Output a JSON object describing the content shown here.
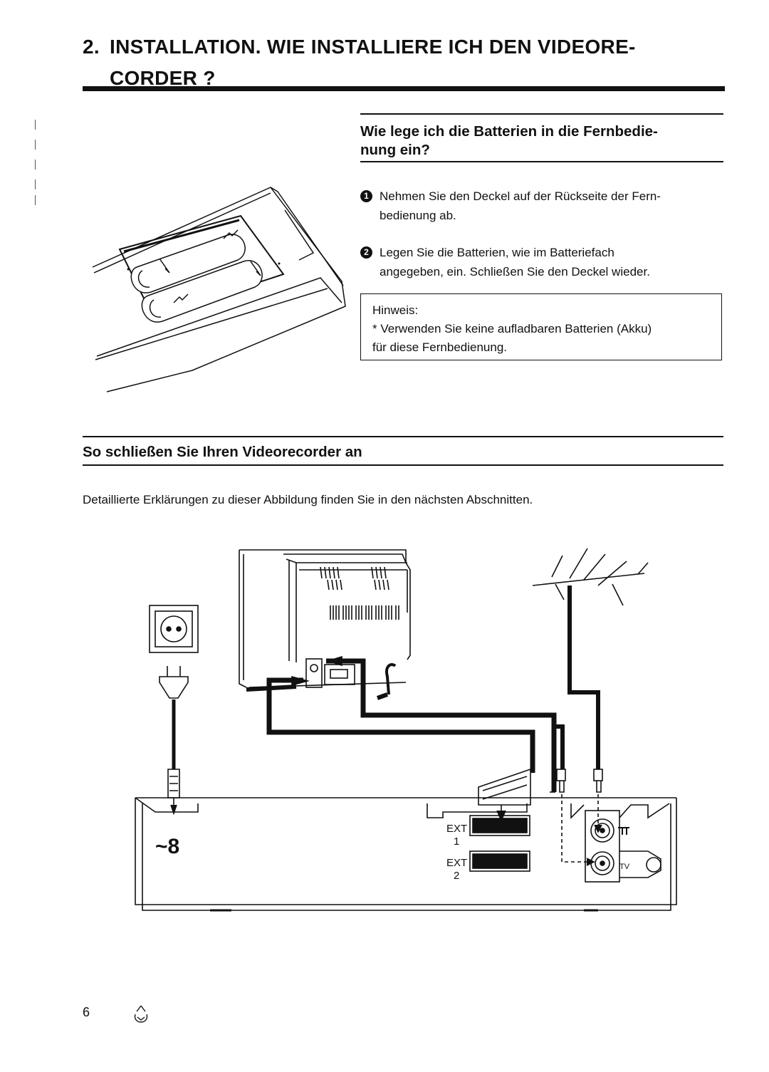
{
  "header": {
    "number": "2.",
    "title_line1": "INSTALLATION. WIE INSTALLIERE ICH DEN VIDEORE-",
    "title_line2": "CORDER ?"
  },
  "battery_section": {
    "heading_line1": "Wie lege ich die Batterien in die Fernbedie-",
    "heading_line2": "nung ein?",
    "steps": [
      {
        "bullet": "1",
        "line1": "Nehmen Sie den Deckel auf der Rückseite der Fern-",
        "line2": "bedienung ab."
      },
      {
        "bullet": "2",
        "line1": "Legen Sie die Batterien, wie im Batteriefach",
        "line2": "angegeben, ein. Schließen Sie den Deckel wieder."
      }
    ],
    "note": {
      "label": "Hinweis:",
      "line1": "* Verwenden Sie keine aufladbaren Batterien (Akku)",
      "line2": "für diese Fernbedienung."
    }
  },
  "connection_section": {
    "heading": "So schließen Sie Ihren Videorecorder an",
    "intro": "Detaillierte Erklärungen zu dieser Abbildung finden Sie in den nächsten Abschnitten.",
    "diagram_labels": {
      "ext1_a": "EXT",
      "ext1_b": "1",
      "ext2_a": "EXT",
      "ext2_b": "2",
      "tv_label": "TV",
      "power_symbol": "~8"
    }
  },
  "footer": {
    "page_number": "6"
  }
}
